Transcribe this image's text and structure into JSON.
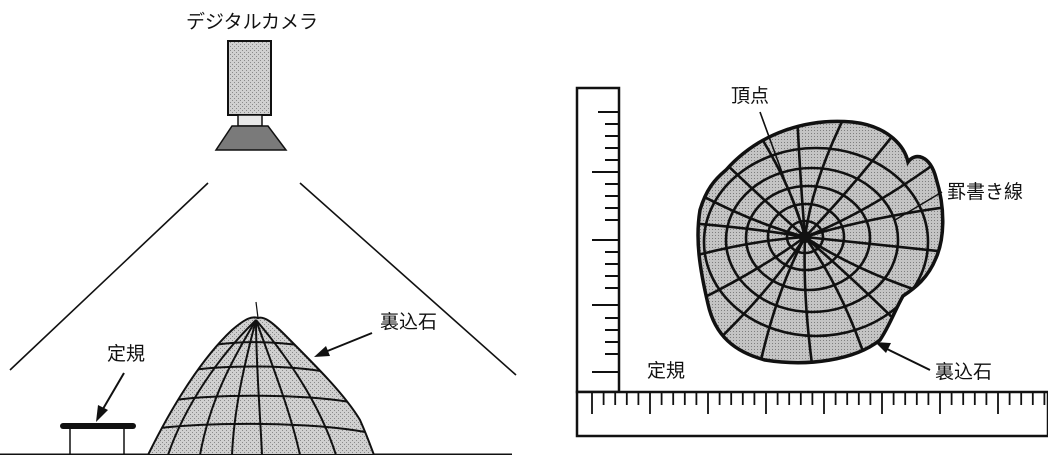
{
  "left_panel": {
    "camera_label": "デジタルカメラ",
    "ruler_label": "定規",
    "stone_label": "裏込石"
  },
  "right_panel": {
    "apex_label": "頂点",
    "scribe_label": "罫書き線",
    "ruler_label": "定規",
    "stone_label": "裏込石"
  },
  "colors": {
    "ink": "#111111",
    "stone_fill": "#c8c8c8",
    "camera_fill": "#bdbdbd",
    "lens_fill": "#7a7a7a"
  }
}
